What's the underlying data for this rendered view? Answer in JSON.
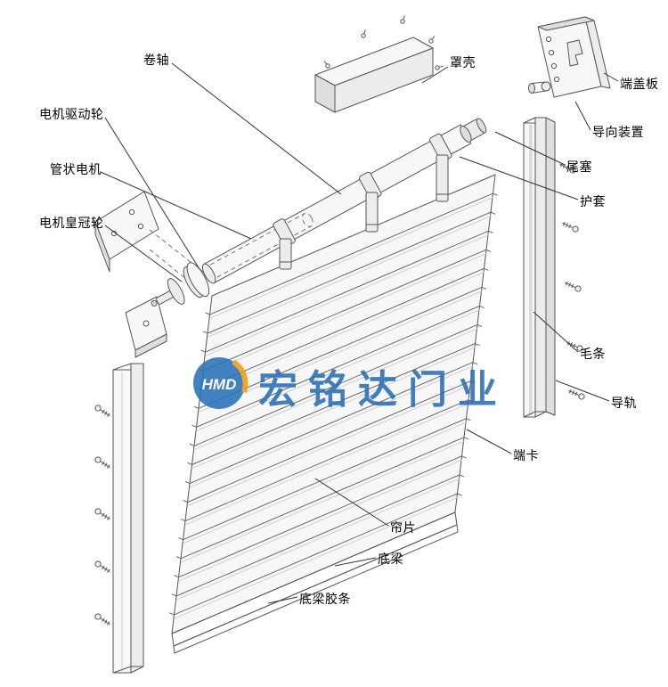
{
  "page": {
    "background": "#ffffff"
  },
  "watermark": {
    "logo_text": "HMD",
    "brand_text": "宏铭达门业",
    "brand_color": "#2a6db6",
    "logo_blue": "#2a72b9",
    "logo_orange": "#f39c12"
  },
  "labels": {
    "juanzhou": {
      "text": "卷轴"
    },
    "qudonglun": {
      "text": "电机驱动轮"
    },
    "guanzhuang": {
      "text": "管状电机"
    },
    "huangguanlun": {
      "text": "电机皇冠轮"
    },
    "zhaoke": {
      "text": "罩壳"
    },
    "duangaiban": {
      "text": "端盖板"
    },
    "daoxiang": {
      "text": "导向装置"
    },
    "weisai": {
      "text": "尾塞"
    },
    "hutao": {
      "text": "护套"
    },
    "maotiao": {
      "text": "毛条"
    },
    "daogui": {
      "text": "导轨"
    },
    "duanka": {
      "text": "端卡"
    },
    "lianpian": {
      "text": "帘片"
    },
    "diliang": {
      "text": "底梁"
    },
    "jiaotiao": {
      "text": "底梁胶条"
    }
  }
}
